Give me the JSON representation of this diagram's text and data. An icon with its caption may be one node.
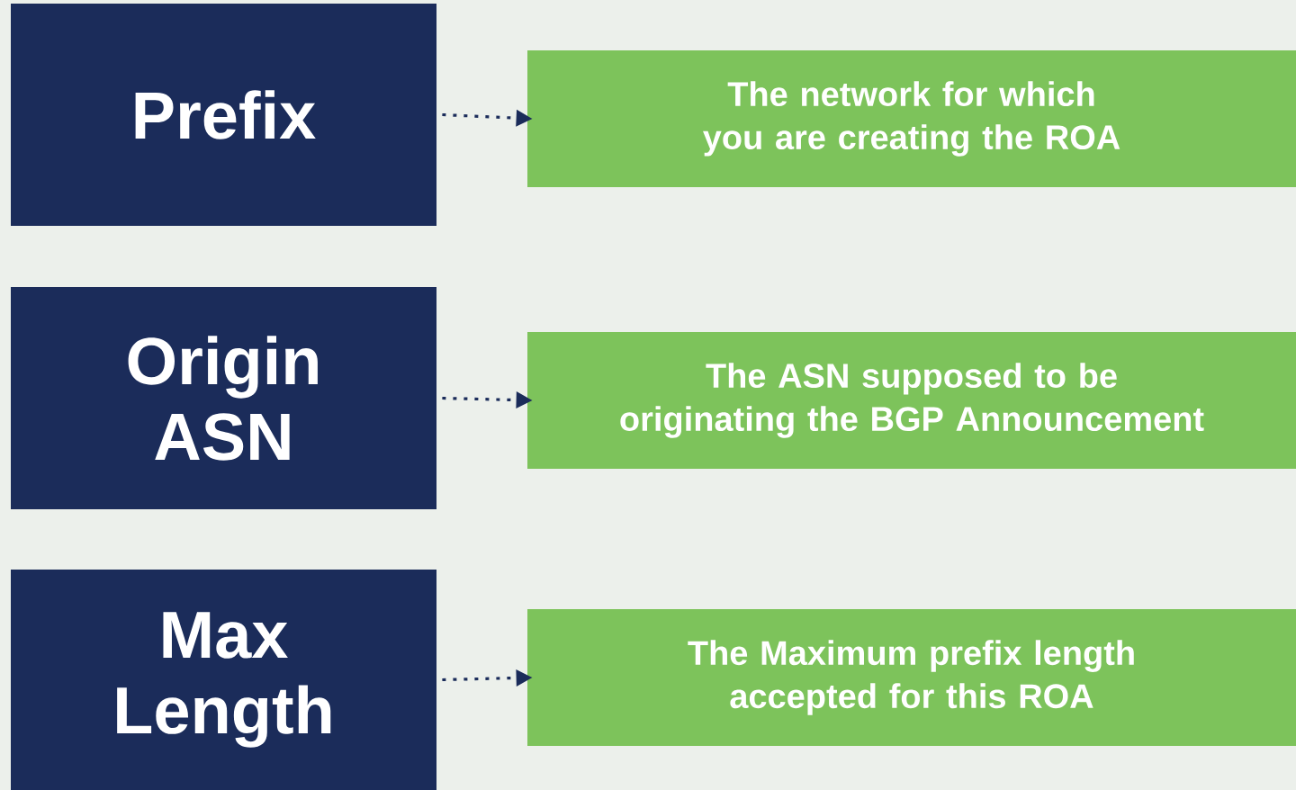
{
  "diagram": {
    "nodes": [
      {
        "text": [
          "Prefix"
        ]
      },
      {
        "text": [
          "The network for which you are creating the ROA"
        ]
      },
      {
        "text": [
          "Origin ASN"
        ]
      },
      {
        "text": [
          "The ASN supposed to be originating the BGP Announcement"
        ]
      },
      {
        "text": [
          "Max Length"
        ]
      },
      {
        "text": [
          "The Maximum prefix length accepted for this ROA"
        ]
      }
    ],
    "edges": [
      {
        "from": 0,
        "to": 1,
        "arrow": "to",
        "style": "dashed"
      },
      {
        "from": 2,
        "to": 3,
        "arrow": "to",
        "style": "dashed"
      },
      {
        "from": 4,
        "to": 5,
        "arrow": "to",
        "style": "dashed"
      }
    ]
  }
}
